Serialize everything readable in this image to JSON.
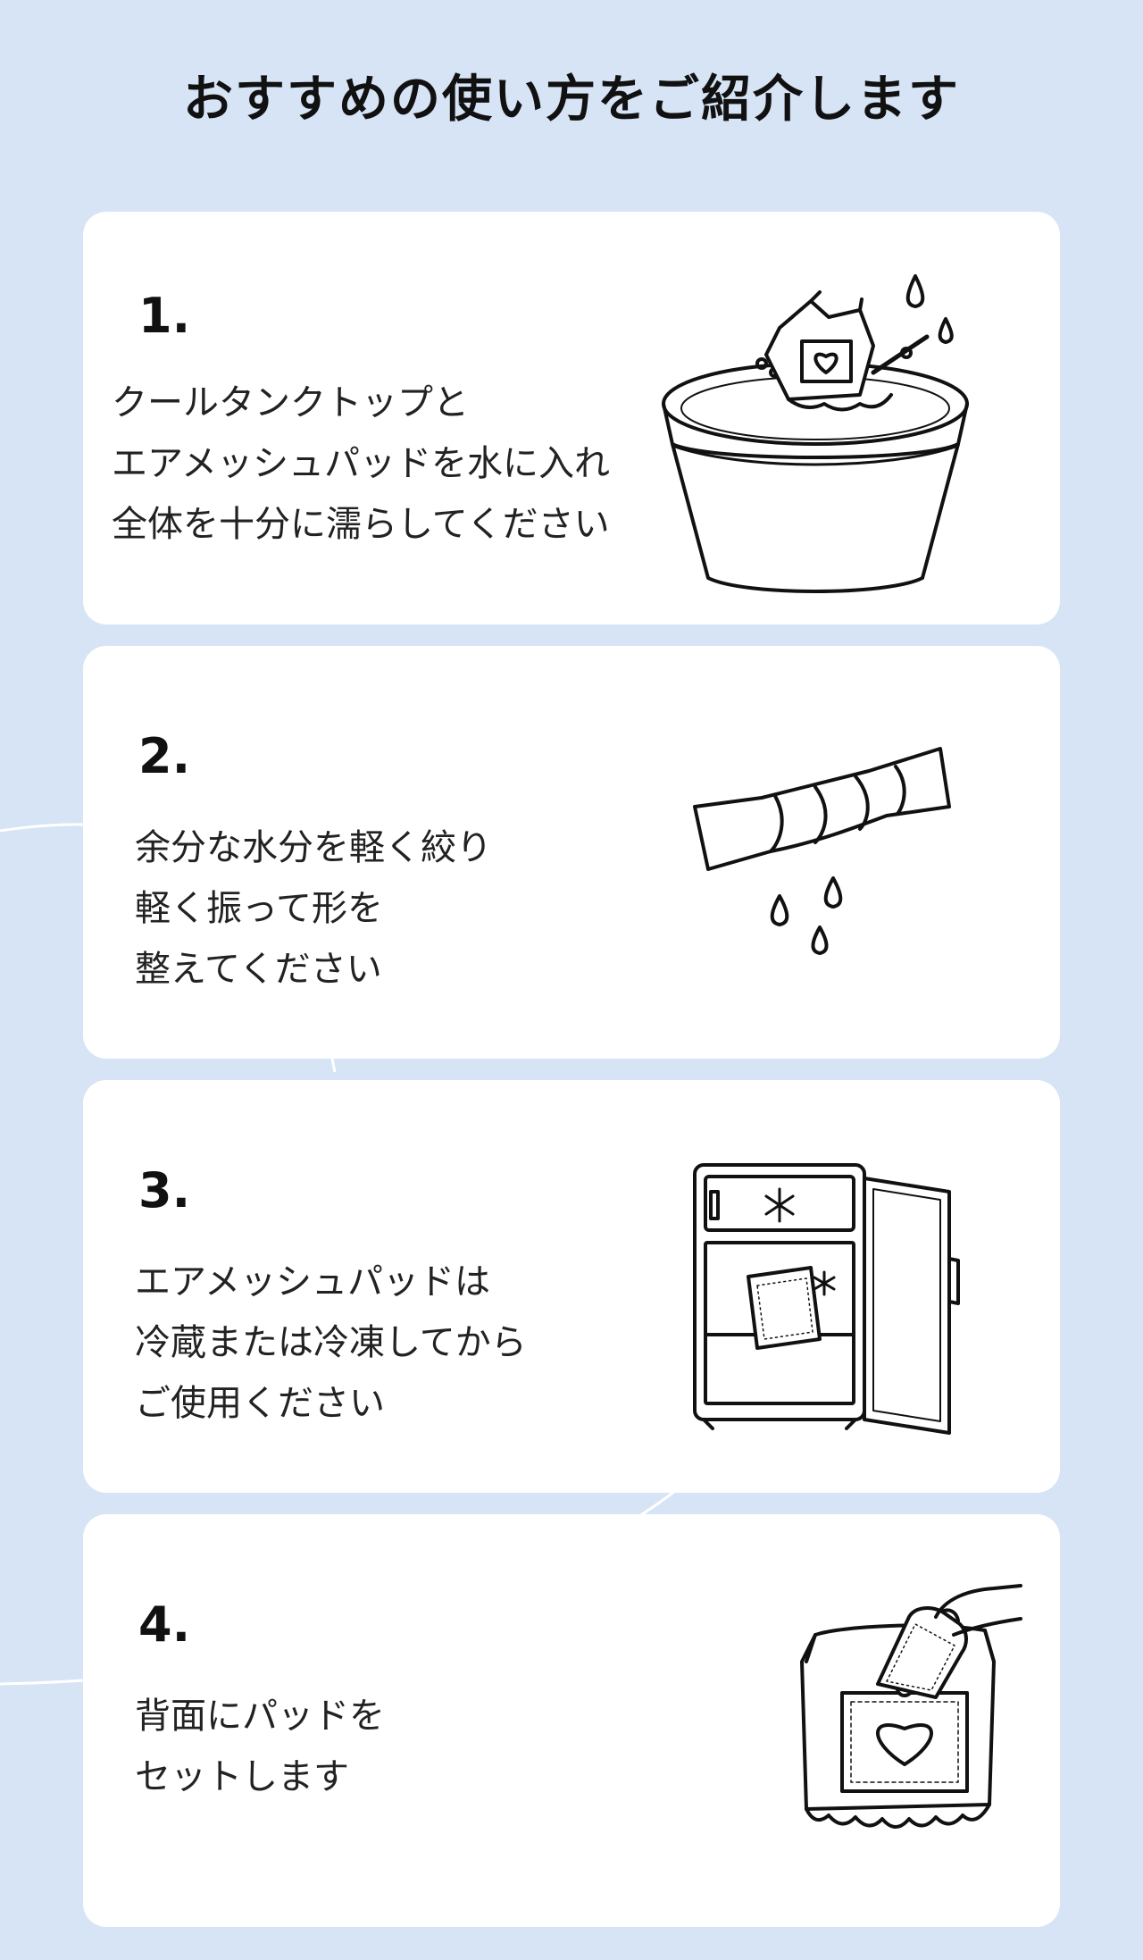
{
  "page": {
    "title": "おすすめの使い方をご紹介します"
  },
  "steps": [
    {
      "number": "1.",
      "lines": [
        "クールタンクトップと",
        "エアメッシュパッドを水に入れ",
        "全体を十分に濡らしてください"
      ],
      "icon": "bucket-soak-icon"
    },
    {
      "number": "2.",
      "lines": [
        "余分な水分を軽く絞り",
        "軽く振って形を",
        "整えてください"
      ],
      "icon": "wring-cloth-icon"
    },
    {
      "number": "3.",
      "lines": [
        "エアメッシュパッドは",
        "冷蔵または冷凍してから",
        "ご使用ください"
      ],
      "icon": "refrigerator-icon"
    },
    {
      "number": "4.",
      "lines": [
        "背面にパッドを",
        "セットします"
      ],
      "icon": "insert-pad-icon"
    }
  ],
  "colors": {
    "background": "#d6e4f5",
    "card": "#ffffff",
    "text": "#222222"
  }
}
